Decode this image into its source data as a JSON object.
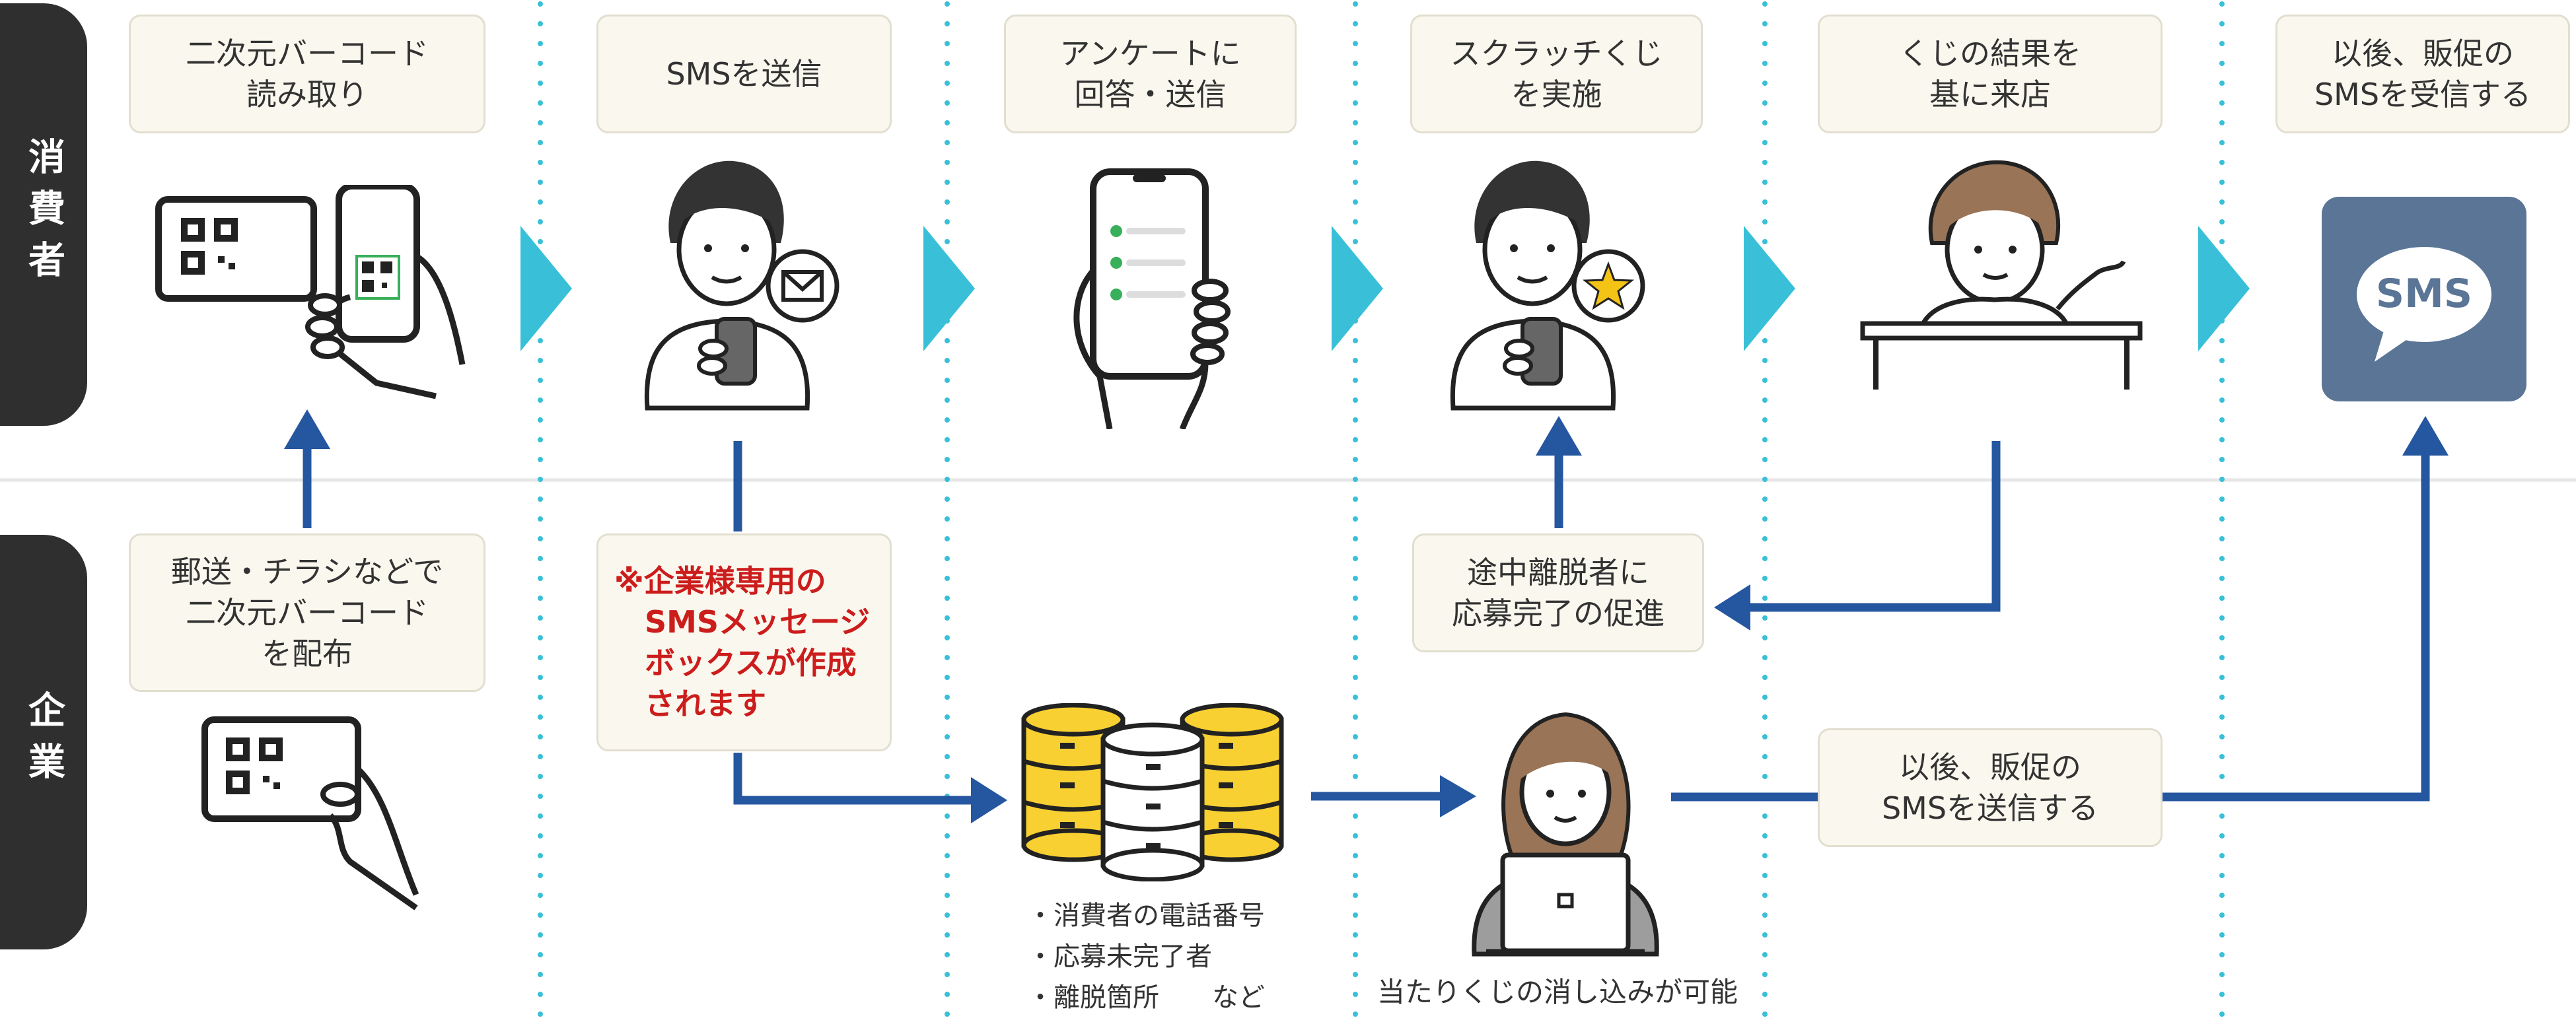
{
  "lanes": {
    "consumer": "消費者",
    "company": "企業"
  },
  "consumer_steps": [
    "二次元バーコード\n読み取り",
    "SMSを送信",
    "アンケートに\n回答・送信",
    "スクラッチくじ\nを実施",
    "くじの結果を\n基に来店",
    "以後、販促の\nSMSを受信する"
  ],
  "company_steps": {
    "distribute": "郵送・チラシなどで\n二次元バーコード\nを配布",
    "sms_box": "※企業様専用の\n　SMSメッセージ\n　ボックスが作成\n　されます",
    "promote": "途中離脱者に\n応募完了の促進",
    "send_promo": "以後、販促の\nSMSを送信する"
  },
  "database_caption": "・消費者の電話番号\n・応募未完了者\n・離脱箇所　　など",
  "operator_caption": "当たりくじの消し込みが可能",
  "sms_icon_text": "SMS",
  "colors": {
    "lane_label": "#2f2f2f",
    "arrow_blue": "#2556a0",
    "chevron_cyan": "#39c0d8",
    "divider_dots": "#39c0d8",
    "box_bg": "#faf8ee",
    "note_red": "#cc1d1d",
    "sms_tile": "#5a7596",
    "db_yellow": "#f8d032"
  }
}
